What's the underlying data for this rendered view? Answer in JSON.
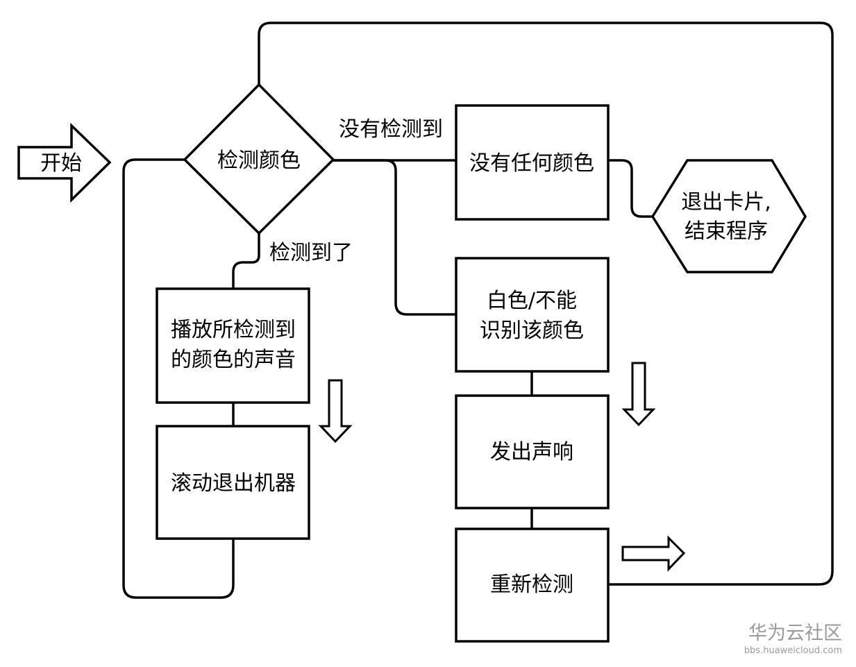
{
  "flowchart": {
    "start": {
      "label": "开始"
    },
    "decision": {
      "label": "检测颜色"
    },
    "edge_not_detected": {
      "label": "没有检测到"
    },
    "edge_detected": {
      "label": "检测到了"
    },
    "no_color": {
      "label": "没有任何颜色"
    },
    "exit_card": {
      "line1": "退出卡片,",
      "line2": "结束程序"
    },
    "play_sound": {
      "line1": "播放所检测到",
      "line2": "的颜色的声音"
    },
    "roll_out": {
      "label": "滚动退出机器"
    },
    "white_unknown": {
      "line1": "白色/不能",
      "line2": "识别该颜色"
    },
    "beep": {
      "label": "发出声响"
    },
    "redetect": {
      "label": "重新检测"
    }
  },
  "watermark": {
    "brand": "华为云社区",
    "url": "bbs.huaweicloud.com"
  }
}
